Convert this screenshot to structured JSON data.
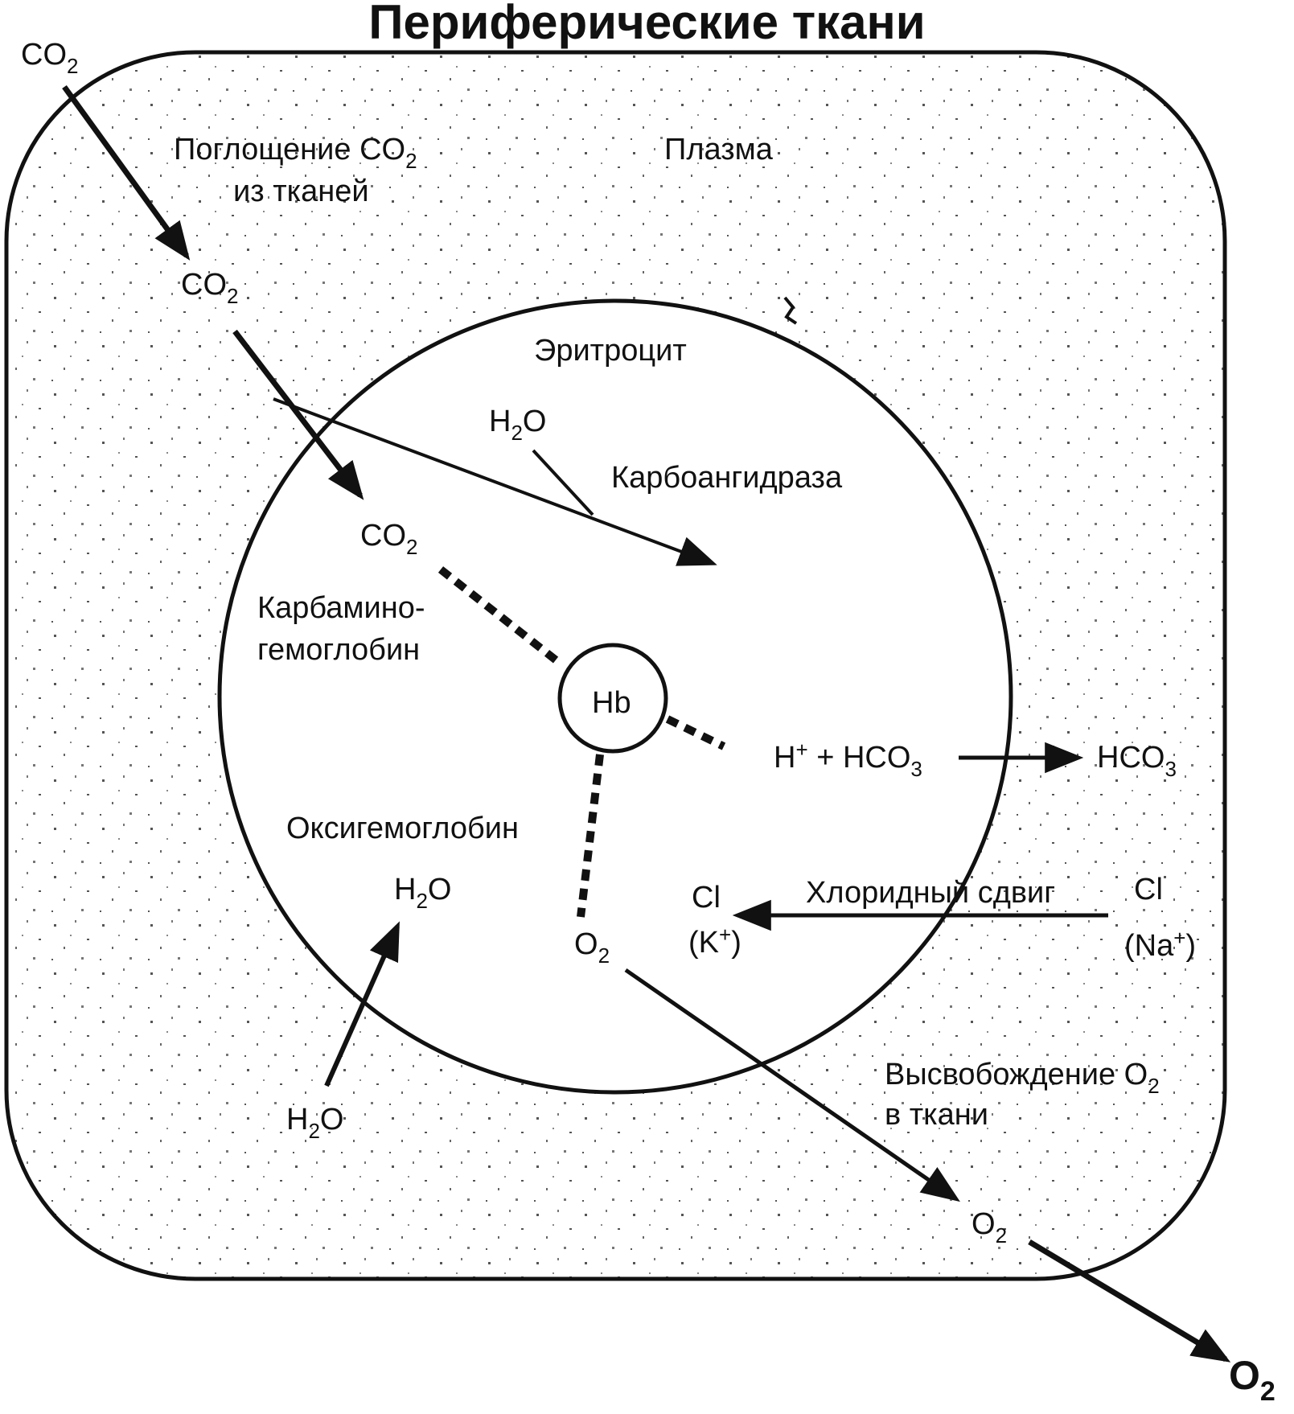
{
  "title": "Периферические ткани",
  "colors": {
    "ink": "#111111",
    "background": "#ffffff"
  },
  "labels": {
    "co2_outside": {
      "main": "CO",
      "sub": "2"
    },
    "uptake_line1": {
      "main": "Поглощение CO",
      "sub": "2"
    },
    "uptake_line2": "из тканей",
    "plasma": "Плазма",
    "co2_plasma": {
      "main": "CO",
      "sub": "2"
    },
    "erythrocyte": "Эритроцит",
    "h2o_top": {
      "pre": "H",
      "sub": "2",
      "post": "O"
    },
    "carbonic_anhydrase": "Карбоангидраза",
    "co2_inside": {
      "main": "CO",
      "sub": "2"
    },
    "carbamino_line1": "Карбамино-",
    "carbamino_line2": "гемоглобин",
    "hb": "Hb",
    "h_plus_hco3": {
      "h": "H",
      "sup": "+",
      "mid": " + HCO",
      "sub": "3"
    },
    "hco3_outside": {
      "main": "HCO",
      "sub": "3"
    },
    "oxyhemoglobin": "Оксигемоглобин",
    "h2o_inner": {
      "pre": "H",
      "sub": "2",
      "post": "O"
    },
    "o2_inner": {
      "main": "O",
      "sub": "2"
    },
    "cl_inner": "Cl",
    "k_plus": {
      "pre": "(K",
      "sup": "+",
      "post": ")"
    },
    "chloride_shift": "Хлоридный сдвиг",
    "cl_outer": "Cl",
    "na_plus": {
      "pre": "(Na",
      "sup": "+",
      "post": ")"
    },
    "o2_release_line1": {
      "main": "Высвобождение O",
      "sub": "2"
    },
    "o2_release_line2": "в ткани",
    "h2o_bottom": {
      "pre": "H",
      "sub": "2",
      "post": "O"
    },
    "o2_plasma": {
      "main": "O",
      "sub": "2"
    },
    "o2_final": {
      "main": "O",
      "sub": "2"
    }
  }
}
